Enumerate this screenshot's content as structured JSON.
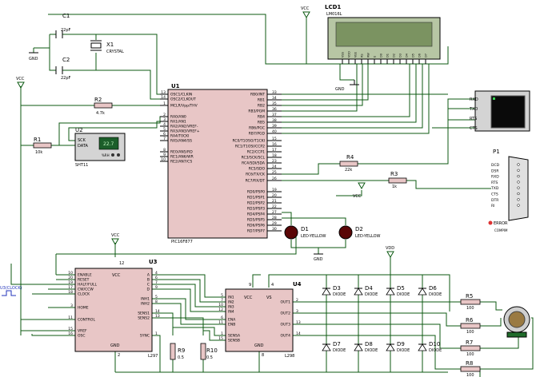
{
  "components": {
    "lcd1": {
      "ref": "LCD1",
      "part": "LM016L",
      "pins": [
        "VSS",
        "VDD",
        "VEE",
        "RS",
        "RW",
        "E",
        "D0",
        "D1",
        "D2",
        "D3",
        "D4",
        "D5",
        "D6",
        "D7"
      ]
    },
    "u1": {
      "ref": "U1",
      "part": "PIC16F877",
      "left_pins": [
        {
          "n": "13",
          "l": "OSC1/CLKIN"
        },
        {
          "n": "14",
          "l": "OSC2/CLKOUT"
        },
        {
          "n": "1",
          "l": "MCLR/Vpp/THV"
        },
        {
          "n": "2",
          "l": "RA0/AN0"
        },
        {
          "n": "3",
          "l": "RA1/AN1"
        },
        {
          "n": "4",
          "l": "RA2/AN2/VREF-"
        },
        {
          "n": "5",
          "l": "RA3/AN3/VREF+"
        },
        {
          "n": "6",
          "l": "RA4/T0CKI"
        },
        {
          "n": "7",
          "l": "RA5/AN4/SS"
        },
        {
          "n": "8",
          "l": "RE0/AN5/RD"
        },
        {
          "n": "9",
          "l": "RE1/AN6/WR"
        },
        {
          "n": "10",
          "l": "RE2/AN7/CS"
        }
      ],
      "right_pins": [
        {
          "n": "33",
          "l": "RB0/INT"
        },
        {
          "n": "34",
          "l": "RB1"
        },
        {
          "n": "35",
          "l": "RB2"
        },
        {
          "n": "36",
          "l": "RB3/PGM"
        },
        {
          "n": "37",
          "l": "RB4"
        },
        {
          "n": "38",
          "l": "RB5"
        },
        {
          "n": "39",
          "l": "RB6/PGC"
        },
        {
          "n": "40",
          "l": "RB7/PGD"
        },
        {
          "n": "15",
          "l": "RC0/T1OSO/T1CKI"
        },
        {
          "n": "16",
          "l": "RC1/T1OSI/CCP2"
        },
        {
          "n": "17",
          "l": "RC2/CCP1"
        },
        {
          "n": "18",
          "l": "RC3/SCK/SCL"
        },
        {
          "n": "23",
          "l": "RC4/SDI/SDA"
        },
        {
          "n": "24",
          "l": "RC5/SDO"
        },
        {
          "n": "25",
          "l": "RC6/TX/CK"
        },
        {
          "n": "26",
          "l": "RC7/RX/DT"
        },
        {
          "n": "19",
          "l": "RD0/PSP0"
        },
        {
          "n": "20",
          "l": "RD1/PSP1"
        },
        {
          "n": "21",
          "l": "RD2/PSP2"
        },
        {
          "n": "22",
          "l": "RD3/PSP3"
        },
        {
          "n": "27",
          "l": "RD4/PSP4"
        },
        {
          "n": "28",
          "l": "RD5/PSP5"
        },
        {
          "n": "29",
          "l": "RD6/PSP6"
        },
        {
          "n": "30",
          "l": "RD7/PSP7"
        }
      ]
    },
    "c1": {
      "ref": "C1",
      "value": "22pF"
    },
    "c2": {
      "ref": "C2",
      "value": "22pF"
    },
    "x1": {
      "ref": "X1",
      "value": "CRYSTAL"
    },
    "r1": {
      "ref": "R1",
      "value": "10k"
    },
    "r2": {
      "ref": "R2",
      "value": "4.7k"
    },
    "r3": {
      "ref": "R3",
      "value": "1k"
    },
    "r4": {
      "ref": "R4",
      "value": "22k"
    },
    "u2": {
      "ref": "U2",
      "part": "SHT11",
      "pins": [
        "SCK",
        "DATA"
      ],
      "display": "22.7",
      "rh": "%RH"
    },
    "d1": {
      "ref": "D1",
      "value": "LED-YELLOW"
    },
    "d2": {
      "ref": "D2",
      "value": "LED-YELLOW"
    },
    "p1": {
      "ref": "P1",
      "part": "COMPIM",
      "pins": [
        "DCD",
        "DSR",
        "RXD",
        "RTS",
        "TXD",
        "CTS",
        "DTR",
        "RI"
      ],
      "error": "ERROR"
    },
    "terminal": {
      "pins": [
        "RXD",
        "TXD",
        "RTS",
        "CTS"
      ]
    },
    "u3": {
      "ref": "U3",
      "part": "L297",
      "left_pins": [
        {
          "n": "10",
          "l": "ENABLE"
        },
        {
          "n": "20",
          "l": "RESET"
        },
        {
          "n": "19",
          "l": "HALF/FULL"
        },
        {
          "n": "17",
          "l": "CW/CCW"
        },
        {
          "n": "18",
          "l": "CLOCK"
        },
        {
          "n": "3",
          "l": "HOME"
        },
        {
          "n": "11",
          "l": "CONTROL"
        },
        {
          "n": "15",
          "l": "VREF"
        },
        {
          "n": "16",
          "l": "OSC"
        }
      ],
      "right_pins": [
        {
          "n": "4",
          "l": "A"
        },
        {
          "n": "6",
          "l": "B"
        },
        {
          "n": "7",
          "l": "C"
        },
        {
          "n": "9",
          "l": "D"
        },
        {
          "n": "5",
          "l": "INH1"
        },
        {
          "n": "8",
          "l": "INH2"
        },
        {
          "n": "14",
          "l": "SENS1"
        },
        {
          "n": "13",
          "l": "SENS2"
        },
        {
          "n": "1",
          "l": "SYNC"
        }
      ],
      "vcc": "VCC",
      "gnd": "GND",
      "pin12": "12",
      "pin2": "2"
    },
    "u4": {
      "ref": "U4",
      "part": "L298",
      "left_pins": [
        {
          "n": "5",
          "l": "IN1"
        },
        {
          "n": "7",
          "l": "IN2"
        },
        {
          "n": "10",
          "l": "IN3"
        },
        {
          "n": "12",
          "l": "IN4"
        },
        {
          "n": "6",
          "l": "ENA"
        },
        {
          "n": "11",
          "l": "ENB"
        },
        {
          "n": "1",
          "l": "SENSA"
        },
        {
          "n": "15",
          "l": "SENSB"
        }
      ],
      "right_pins": [
        {
          "n": "2",
          "l": "OUT1"
        },
        {
          "n": "3",
          "l": "OUT2"
        },
        {
          "n": "13",
          "l": "OUT3"
        },
        {
          "n": "14",
          "l": "OUT4"
        }
      ],
      "vcc": "VCC",
      "vs": "VS",
      "gnd": "GND",
      "pin9": "9",
      "pin4": "4",
      "pin8": "8"
    },
    "r9": {
      "ref": "R9",
      "value": "0.5"
    },
    "r10": {
      "ref": "R10",
      "value": "0.5"
    },
    "diodes_top": [
      {
        "ref": "D3",
        "value": "DIODE"
      },
      {
        "ref": "D4",
        "value": "DIODE"
      },
      {
        "ref": "D5",
        "value": "DIODE"
      },
      {
        "ref": "D6",
        "value": "DIODE"
      }
    ],
    "diodes_bottom": [
      {
        "ref": "D7",
        "value": "DIODE"
      },
      {
        "ref": "D8",
        "value": "DIODE"
      },
      {
        "ref": "D9",
        "value": "DIODE"
      },
      {
        "ref": "D10",
        "value": "DIODE"
      }
    ],
    "out_resistors": [
      {
        "ref": "R5",
        "value": "100"
      },
      {
        "ref": "R6",
        "value": "100"
      },
      {
        "ref": "R7",
        "value": "100"
      },
      {
        "ref": "R8",
        "value": "100"
      }
    ],
    "clock_source": {
      "label": "U3(CLOCK)"
    }
  },
  "power": {
    "vcc": "VCC",
    "vdd": "VDD",
    "gnd": "GND"
  }
}
